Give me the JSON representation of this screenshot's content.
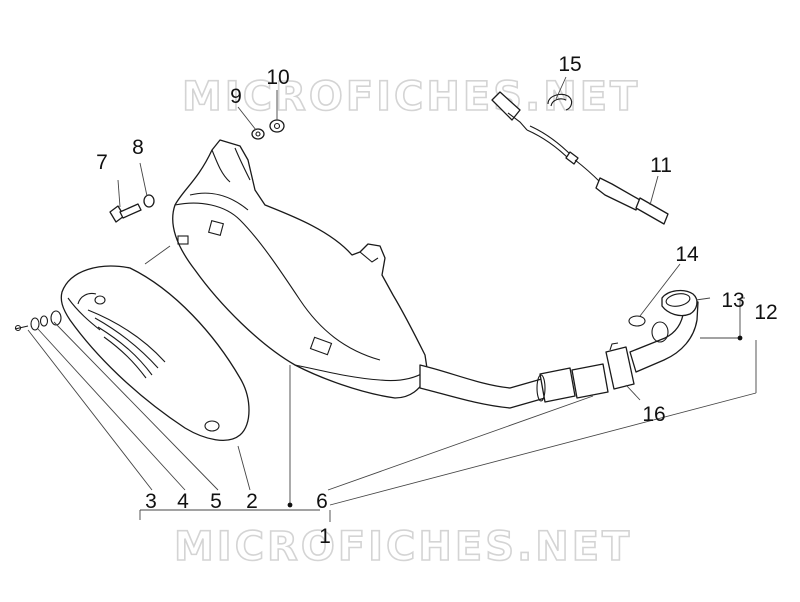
{
  "watermark": {
    "top": "MICROFICHES.NET",
    "bottom": "MICROFICHES.NET"
  },
  "callouts": {
    "n1": "1",
    "n2": "2",
    "n3": "3",
    "n4": "4",
    "n5": "5",
    "n6": "6",
    "n7": "7",
    "n8": "8",
    "n9": "9",
    "n10": "10",
    "n11": "11",
    "n12": "12",
    "n13": "13",
    "n14": "14",
    "n15": "15",
    "n16": "16"
  }
}
